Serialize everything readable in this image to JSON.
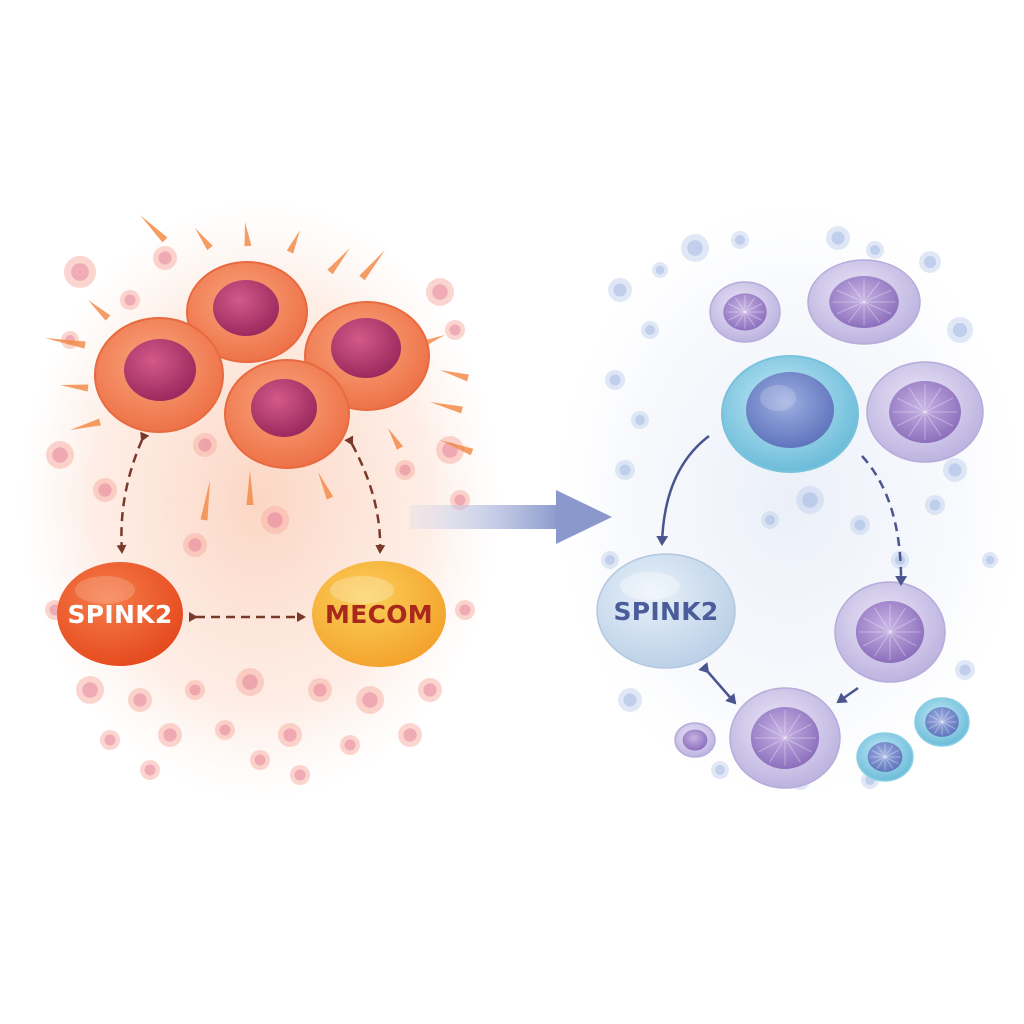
{
  "left_panel": {
    "node_a_label": "SPINK2",
    "node_b_label": "MECOM",
    "node_a_color": "#f0602e",
    "node_b_color": "#f7b43a",
    "label_a_color": "#ffffff",
    "label_b_color": "#a8281c",
    "cell_color": "#f28a5e",
    "nucleus_color": "#b83a6e",
    "arrow_color": "#7a3a2a",
    "spark_color": "#f28c4a"
  },
  "transition_arrow": {
    "color": "#8a98cc"
  },
  "right_panel": {
    "node_label": "SPINK2",
    "node_color": "#cfe0f0",
    "label_color": "#4a5c9a",
    "stem_cell_color": "#8fd0e6",
    "cell_color": "#c9c3e6",
    "nucleus_color": "#9b86c6",
    "arrow_color": "#4a5590"
  }
}
